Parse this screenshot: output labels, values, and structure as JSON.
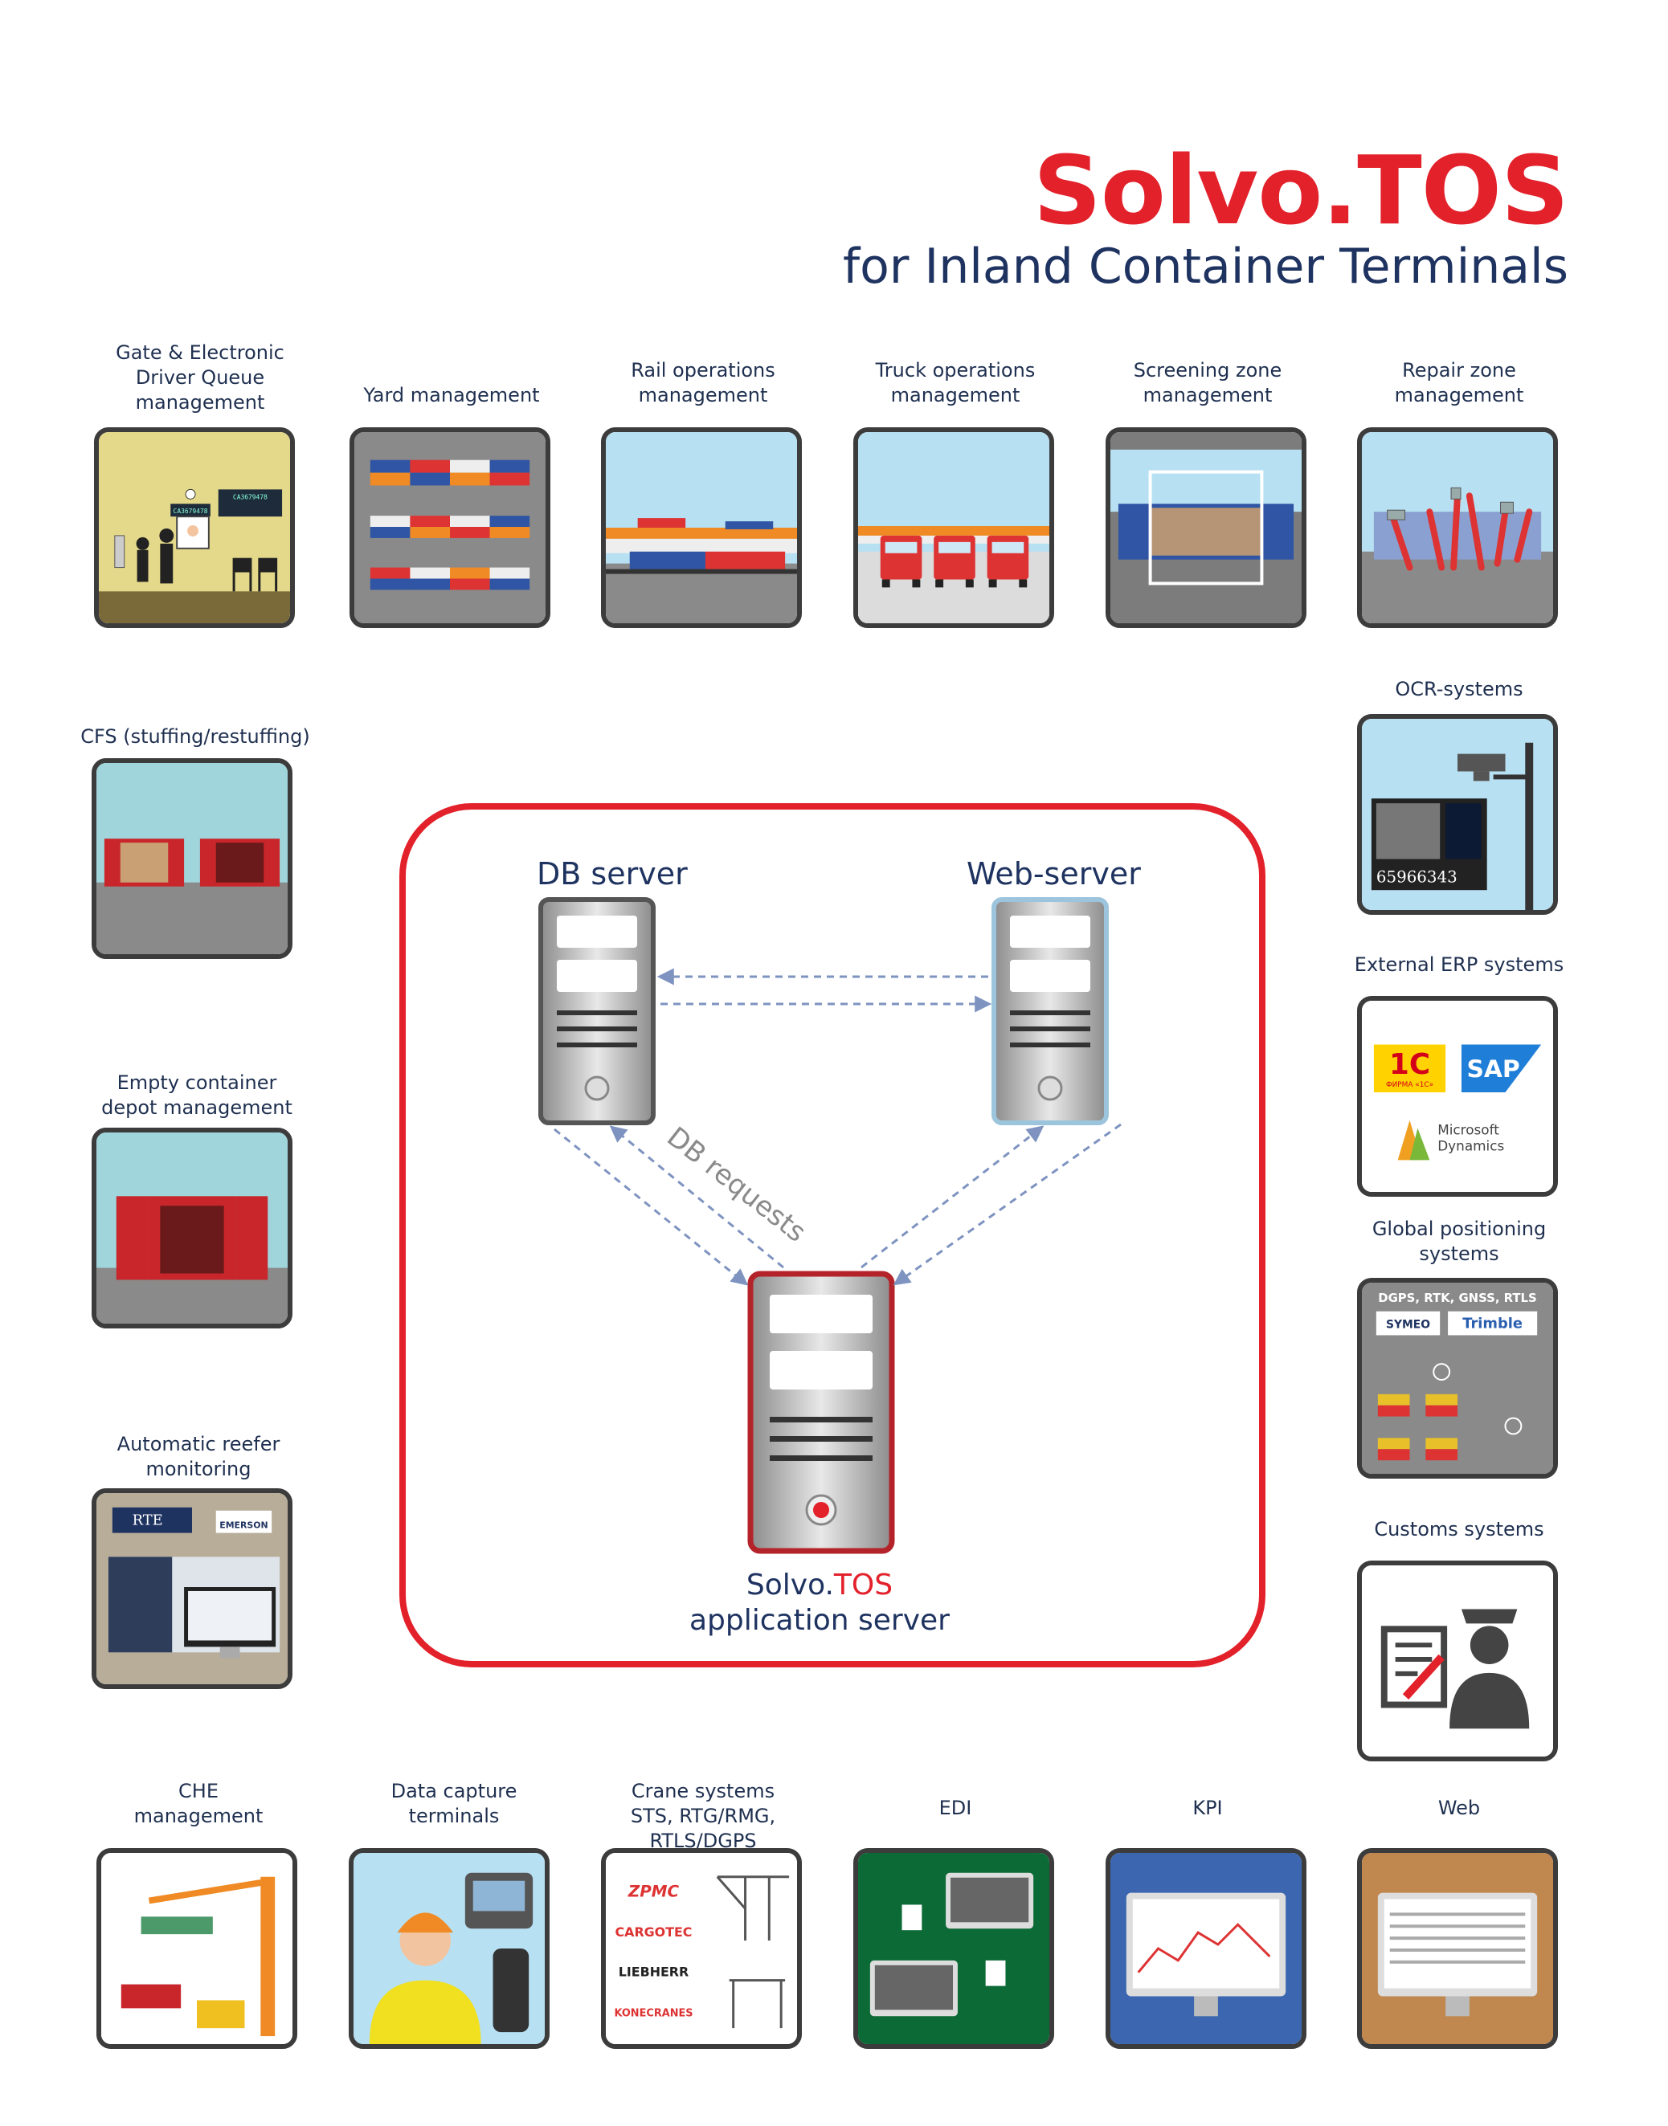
{
  "title": "Solvo.TOS",
  "subtitle": "for Inland Container Terminals",
  "modules_top": [
    {
      "label": "Gate & Electronic\nDriver Queue\nmanagement",
      "icon": "gate-icon",
      "display_text": [
        "CA3679478",
        "CA3679478"
      ]
    },
    {
      "label": "Yard management",
      "icon": "yard-icon"
    },
    {
      "label": "Rail operations\nmanagement",
      "icon": "rail-icon"
    },
    {
      "label": "Truck operations\nmanagement",
      "icon": "truck-icon"
    },
    {
      "label": "Screening zone\nmanagement",
      "icon": "screening-icon"
    },
    {
      "label": "Repair zone\nmanagement",
      "icon": "repair-icon"
    }
  ],
  "modules_left": [
    {
      "label": "CFS (stuffing/restuffing)",
      "icon": "cfs-icon"
    },
    {
      "label": "Empty container\ndepot management",
      "icon": "empty-depot-icon"
    },
    {
      "label": "Automatic reefer\nmonitoring",
      "icon": "reefer-icon",
      "logos": [
        "RTE",
        "EMERSON"
      ]
    }
  ],
  "modules_right": [
    {
      "label": "OCR-systems",
      "icon": "ocr-camera-icon",
      "ocr_number": "65966343"
    },
    {
      "label": "External ERP systems",
      "icon": "erp-icon",
      "logos": [
        "1С",
        "ФИРМА «1С»",
        "SAP",
        "Microsoft",
        "Dynamics"
      ]
    },
    {
      "label": "Global positioning\nsystems",
      "icon": "gps-icon",
      "header": "DGPS, RTK, GNSS, RTLS",
      "logos": [
        "SYMEO",
        "Trimble"
      ]
    },
    {
      "label": "Customs systems",
      "icon": "customs-icon"
    }
  ],
  "modules_bottom": [
    {
      "label": "CHE\nmanagement",
      "icon": "che-icon"
    },
    {
      "label": "Data capture\nterminals",
      "icon": "data-capture-icon"
    },
    {
      "label": "Crane systems\nSTS, RTG/RMG, RTLS/DGPS",
      "icon": "crane-icon",
      "logos": [
        "ZPMC",
        "CARGOTEC",
        "LIEBHERR",
        "KONECRANES"
      ]
    },
    {
      "label": "EDI",
      "icon": "edi-icon"
    },
    {
      "label": "KPI",
      "icon": "kpi-icon"
    },
    {
      "label": "Web",
      "icon": "web-icon"
    }
  ],
  "core": {
    "db_server": "DB server",
    "web_server": "Web-server",
    "db_requests": "DB requests",
    "app_server_brand_prefix": "Solvo.",
    "app_server_brand_suffix": "TOS",
    "app_server_label": "application server"
  },
  "colors": {
    "accent_red": "#e3212b",
    "navy": "#1f3361",
    "arrow": "#7e93c0",
    "tile_border": "#3c3c3c"
  }
}
